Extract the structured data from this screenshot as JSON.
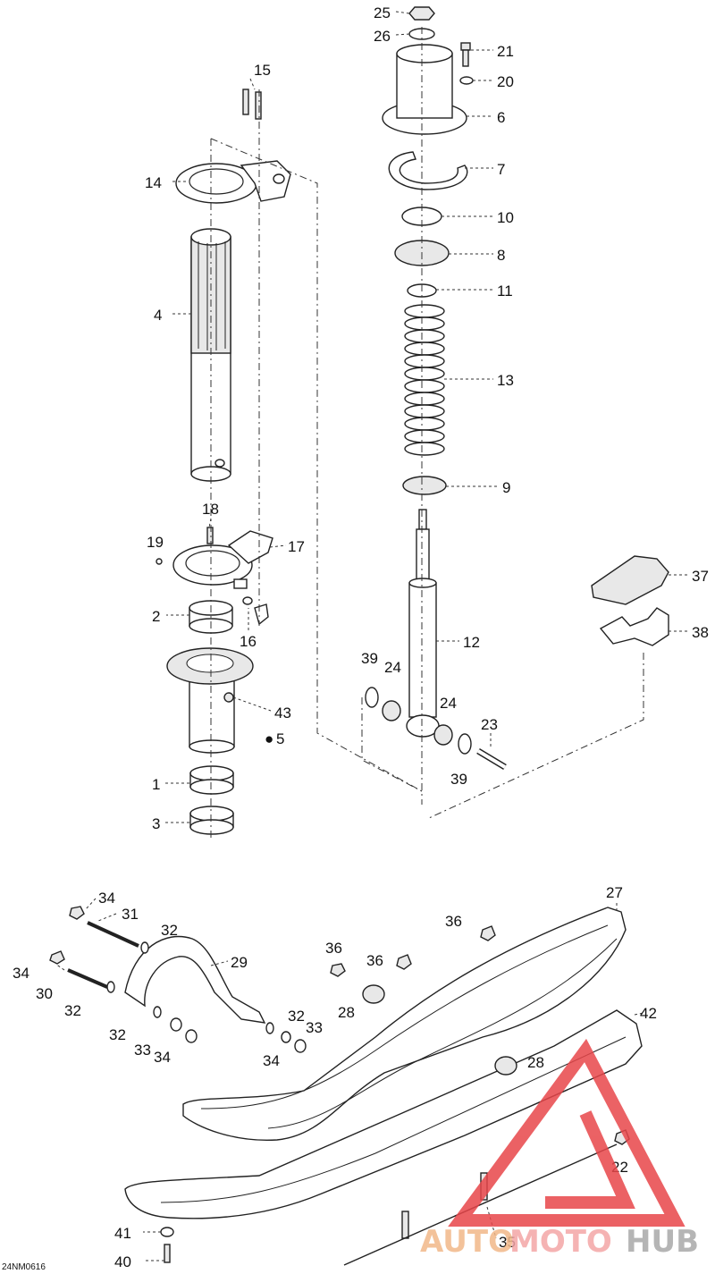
{
  "drawing_id": "24NM0616",
  "callouts": {
    "c25": "25",
    "c26": "26",
    "c21": "21",
    "c20": "20",
    "c6": "6",
    "c7": "7",
    "c10": "10",
    "c8": "8",
    "c11": "11",
    "c13": "13",
    "c9": "9",
    "c12": "12",
    "c15": "15",
    "c14": "14",
    "c4": "4",
    "c18": "18",
    "c19": "19",
    "c17": "17",
    "c2": "2",
    "c16": "16",
    "c43": "43",
    "c5": "5",
    "c1": "1",
    "c3": "3",
    "c37": "37",
    "c38": "38",
    "c39a": "39",
    "c24a": "24",
    "c24b": "24",
    "c23": "23",
    "c39b": "39",
    "c34a": "34",
    "c31": "31",
    "c32a": "32",
    "c29": "29",
    "c34b": "34",
    "c30": "30",
    "c32b": "32",
    "c32c": "32",
    "c33a": "33",
    "c34c": "34",
    "c32d": "32",
    "c33b": "33",
    "c34d": "34",
    "c27": "27",
    "c36a": "36",
    "c36b": "36",
    "c36c": "36",
    "c28a": "28",
    "c42": "42",
    "c28b": "28",
    "c22": "22",
    "c35": "35",
    "c41": "41",
    "c40": "40"
  },
  "watermark": {
    "part1": "AUTO",
    "part2": "MOTO",
    "part3": "HUB",
    "color_auto": "#f2b889",
    "color_moto": "#f4a6a6",
    "color_hub": "#a9a9a9",
    "triangle_color": "#e8464a"
  }
}
